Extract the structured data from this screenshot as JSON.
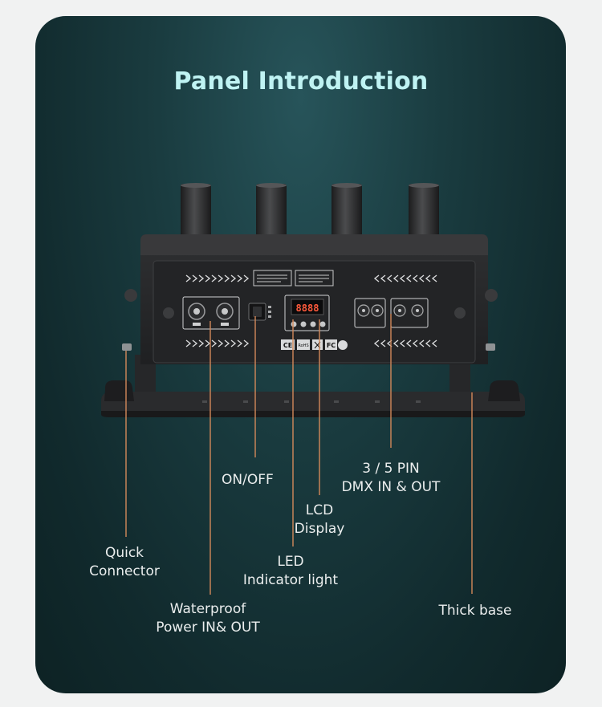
{
  "title": "Panel Introduction",
  "callouts": {
    "on_off": "ON/OFF",
    "dmx_line1": "3 / 5 PIN",
    "dmx_line2": "DMX IN & OUT",
    "lcd_line1": "LCD",
    "lcd_line2": "Display",
    "quick_line1": "Quick",
    "quick_line2": "Connector",
    "led_line1": "LED",
    "led_line2": "Indicator light",
    "power_line1": "Waterproof",
    "power_line2": "Power IN& OUT",
    "base": "Thick base"
  },
  "device": {
    "display_digits": "8888",
    "marks": [
      "CE",
      "RoHS",
      "FC"
    ]
  },
  "colors": {
    "title": "#bff3f3",
    "leader_line": "#d3895a",
    "card_bg": "#1a3c40",
    "page_bg": "#f1f2f2"
  }
}
